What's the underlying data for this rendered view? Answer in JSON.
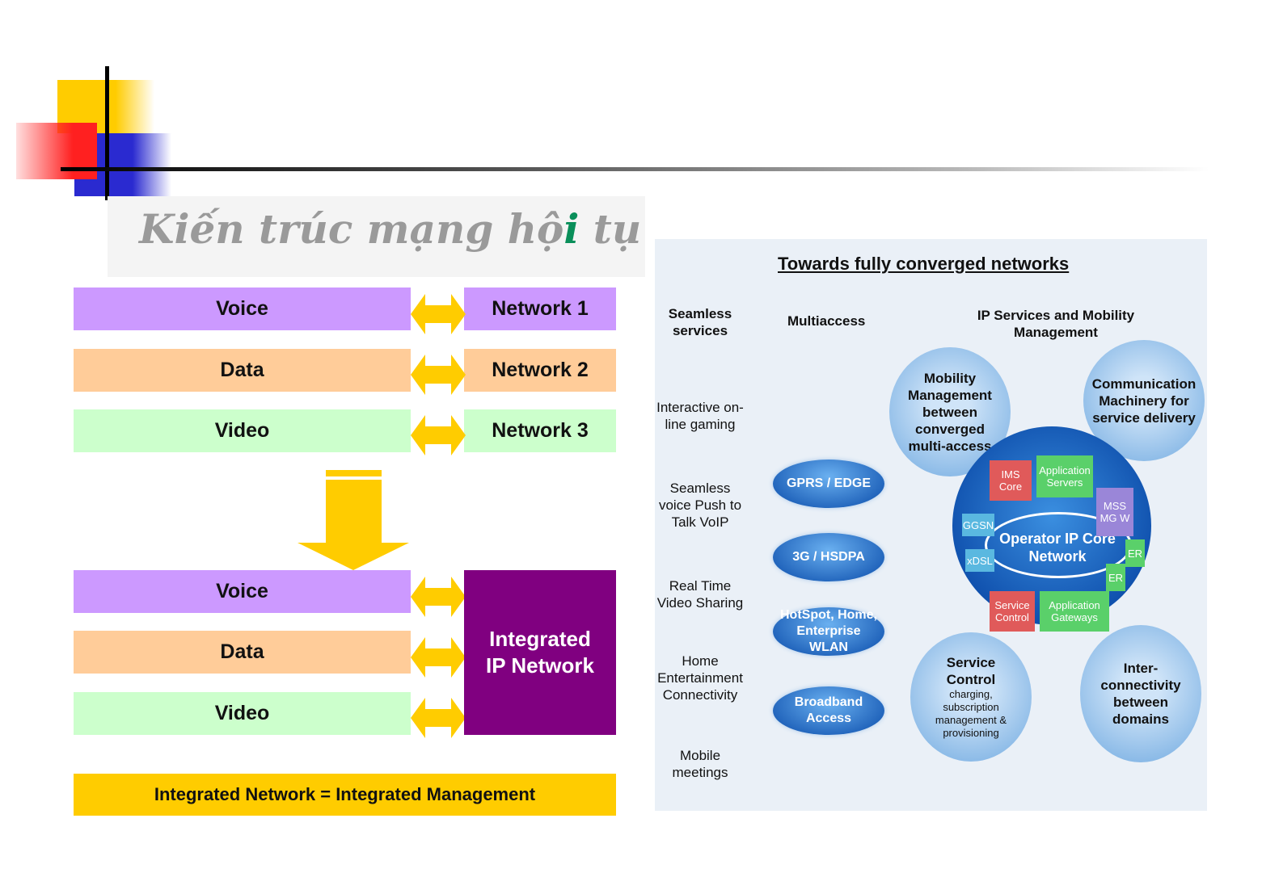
{
  "left": {
    "title_main": "Kiến trúc mạng hộ",
    "title_i": "i",
    "title_end": " tụ",
    "rows_top": [
      {
        "service": "Voice",
        "network": "Network 1"
      },
      {
        "service": "Data",
        "network": "Network 2"
      },
      {
        "service": "Video",
        "network": "Network 3"
      }
    ],
    "rows_bottom": [
      "Voice",
      "Data",
      "Video"
    ],
    "integrated": "Integrated IP Network",
    "footer": "Integrated Network = Integrated Management",
    "colors": {
      "purple": "#cc99ff",
      "orange": "#ffcc99",
      "green": "#ccffcc",
      "dark": "#800080",
      "yellow": "#ffcc00"
    }
  },
  "right": {
    "title": "Towards fully converged networks",
    "col1_header": "Seamless services",
    "col2_header": "Multiaccess",
    "col3_header": "IP Services and Mobility Management",
    "services": [
      "Interactive on-line gaming",
      "Seamless voice Push to Talk VoIP",
      "Real Time Video Sharing",
      "Home Entertainment Connectivity",
      "Mobile meetings"
    ],
    "access": [
      "GPRS / EDGE",
      "3G / HSDPA",
      "HotSpot, Home, Enterprise WLAN",
      "Broadband Access"
    ],
    "bubbles": {
      "mobility": "Mobility Management between converged multi-access",
      "communication": "Communication Machinery for service delivery",
      "service_control": "Service Control",
      "service_control_sub": "charging, subscription management & provisioning",
      "interconnect": "Inter-connectivity between domains"
    },
    "core": "Operator IP Core Network",
    "core_nodes": {
      "ims": "IMS Core",
      "app_servers": "Application Servers",
      "mss": "MSS MG W",
      "ggsn": "GGSN",
      "xdsl": "xDSL",
      "er1": "ER",
      "er2": "ER",
      "svc": "Service Control",
      "gw": "Application Gateways"
    }
  }
}
